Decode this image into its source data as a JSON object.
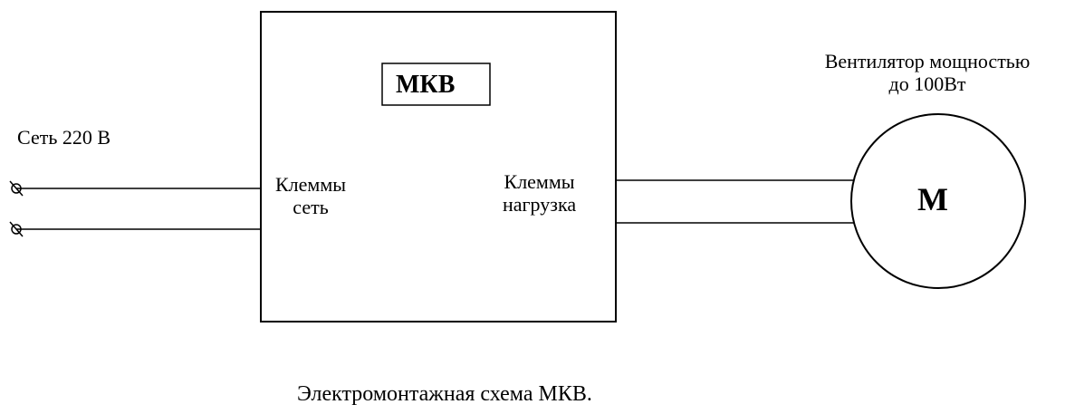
{
  "supply": {
    "label": "Сеть 220 В"
  },
  "mkv_unit": {
    "label": "МКВ",
    "terminals_supply": [
      "Клеммы",
      "сеть"
    ],
    "terminals_load": [
      "Клеммы",
      "нагрузка"
    ]
  },
  "fan": {
    "caption_lines": [
      "Вентилятор мощностью",
      "до 100Вт"
    ],
    "motor_letter": "М"
  },
  "caption": "Электромонтажная схема МКВ."
}
